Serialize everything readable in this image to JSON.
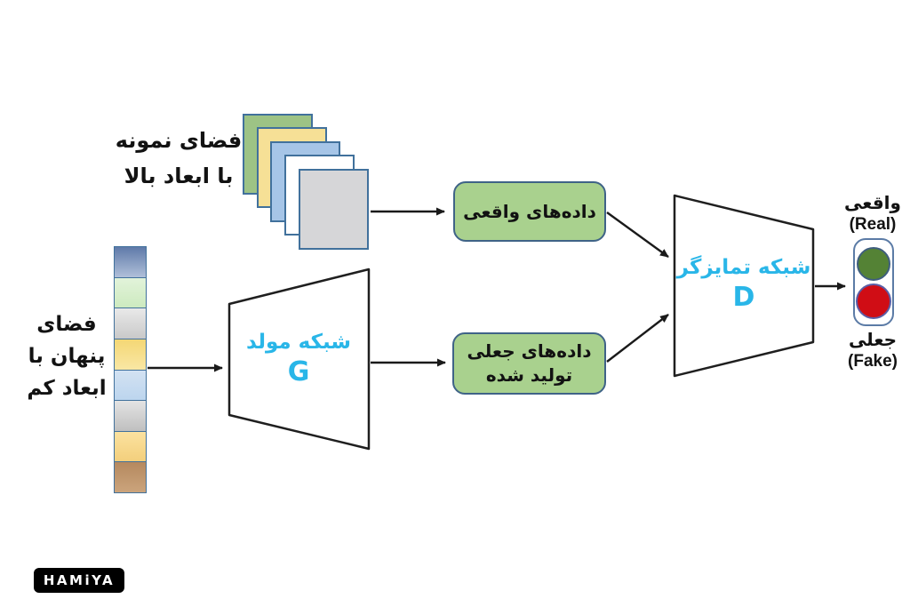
{
  "colors": {
    "accent_cyan": "#29b6e8",
    "green_box_fill": "#a9d18e",
    "green_box_border": "#3f6387",
    "shape_stroke": "#1f1f1f",
    "card_border": "#41719c",
    "real_light_green": "#548235",
    "fake_light_red": "#d00d15"
  },
  "sample_space": {
    "label_line1": "فضای نمونه",
    "label_line2": "با ابعاد بالا",
    "squares": [
      {
        "name": "green-card",
        "style": "background:#9dc385"
      },
      {
        "name": "yellow-card",
        "style": "background:#f6e096"
      },
      {
        "name": "blue-card",
        "style": "background:#a6c5e7"
      },
      {
        "name": "white-card",
        "style": "background:#ffffff"
      },
      {
        "name": "gray-card",
        "style": "background:#d6d6d8"
      }
    ]
  },
  "latent_space": {
    "label_line1": "فضای",
    "label_line2": "پنهان با",
    "label_line3": "ابعاد کم",
    "cells": [
      {
        "style": "background:linear-gradient(180deg,#5f7aa9,#b0bfd9)"
      },
      {
        "style": "background:linear-gradient(180deg,#e2f3da,#cdeabf)"
      },
      {
        "style": "background:linear-gradient(180deg,#e9e9e9,#c9c9c9)"
      },
      {
        "style": "background:linear-gradient(180deg,#f4d775,#f9e7a4)"
      },
      {
        "style": "background:linear-gradient(180deg,#d3e2f2,#bcd5ee)"
      },
      {
        "style": "background:linear-gradient(180deg,#e4e4e4,#bfbfbf)"
      },
      {
        "style": "background:linear-gradient(180deg,#fbe2a0,#f3cf7c)"
      },
      {
        "style": "background:linear-gradient(180deg,#b5895f,#cba47c)"
      }
    ]
  },
  "generator": {
    "title": "شبکه مولد",
    "symbol": "G"
  },
  "discriminator": {
    "title": "شبکه تمایزگر",
    "symbol": "D"
  },
  "real_data_box": {
    "label": "داده‌های واقعی"
  },
  "fake_data_box": {
    "label_line1": "داده‌های جعلی",
    "label_line2": "تولید شده"
  },
  "output_indicator": {
    "real_label_fa": "واقعی",
    "real_label_en": "(Real)",
    "fake_label_fa": "جعلی",
    "fake_label_en": "(Fake)",
    "real_light_style": "background:#548235",
    "fake_light_style": "background:#d00d15"
  },
  "logo": {
    "text": "HAMiYA"
  }
}
